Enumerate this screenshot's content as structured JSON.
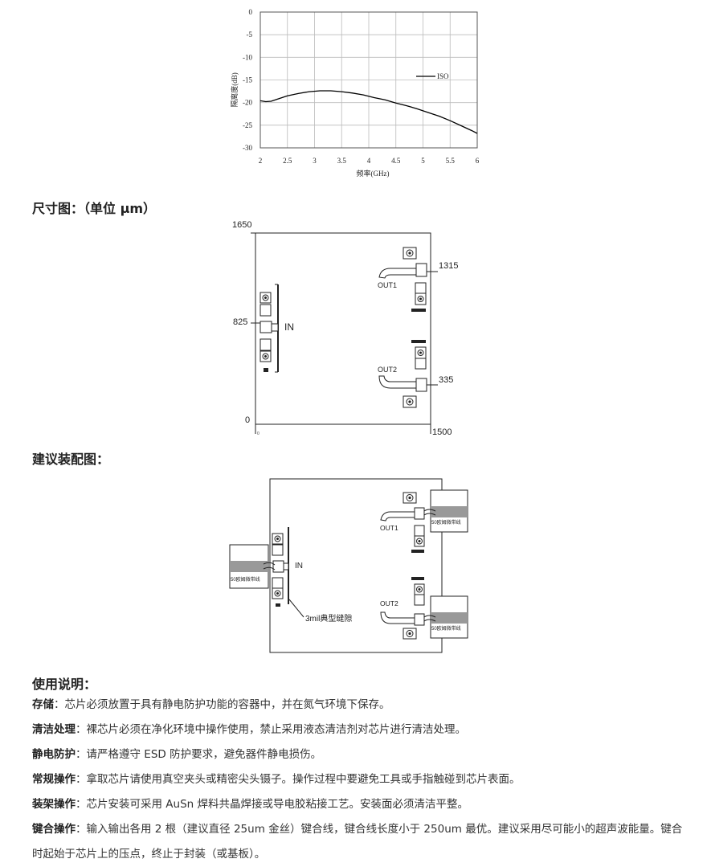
{
  "chart_data": {
    "type": "line",
    "title": "",
    "xlabel": "频率(GHz)",
    "ylabel": "隔离度(dB)",
    "xlim": [
      2,
      6
    ],
    "ylim": [
      -30,
      0
    ],
    "x_ticks": [
      "2",
      "2.5",
      "3",
      "3.5",
      "4",
      "4.5",
      "5",
      "5.5",
      "6"
    ],
    "y_ticks": [
      "0",
      "-5",
      "-10",
      "-15",
      "-20",
      "-25",
      "-30"
    ],
    "grid": true,
    "legend_position": "right",
    "series": [
      {
        "name": "ISO",
        "color": "#000000",
        "x": [
          2.0,
          2.1,
          2.2,
          2.3,
          2.4,
          2.5,
          2.7,
          2.9,
          3.1,
          3.3,
          3.5,
          3.7,
          3.9,
          4.1,
          4.3,
          4.5,
          4.7,
          4.9,
          5.1,
          5.3,
          5.5,
          5.7,
          5.9,
          6.0
        ],
        "y": [
          -19.6,
          -19.8,
          -19.7,
          -19.3,
          -18.9,
          -18.5,
          -18.0,
          -17.6,
          -17.4,
          -17.4,
          -17.6,
          -17.9,
          -18.3,
          -18.9,
          -19.4,
          -20.1,
          -20.7,
          -21.4,
          -22.2,
          -23.0,
          -24.0,
          -25.1,
          -26.2,
          -26.8
        ]
      }
    ]
  },
  "section_dim": {
    "title": "尺寸图：（单位 μm）"
  },
  "dim": {
    "top_left": "1650",
    "mid_left": "825",
    "bottom_left": "0",
    "origin": "0",
    "right_bottom": "1500",
    "out1_coord": "1315",
    "out2_coord": "335",
    "in_label": "IN",
    "out1_label": "OUT1",
    "out2_label": "OUT2"
  },
  "section_asm": {
    "title": "建议装配图："
  },
  "asm": {
    "in_label": "IN",
    "out1_label": "OUT1",
    "out2_label": "OUT2",
    "board_label": "50欧姆微带线",
    "gap_label": "3mil典型缝隙"
  },
  "section_usage": {
    "title": "使用说明："
  },
  "usage": [
    {
      "term": "存储",
      "text": "：芯片必须放置于具有静电防护功能的容器中，并在氮气环境下保存。"
    },
    {
      "term": "清洁处理",
      "text": "：裸芯片必须在净化环境中操作使用，禁止采用液态清洁剂对芯片进行清洁处理。"
    },
    {
      "term": "静电防护",
      "text": "：请严格遵守 ESD 防护要求，避免器件静电损伤。"
    },
    {
      "term": "常规操作",
      "text": "：拿取芯片请使用真空夹头或精密尖头镊子。操作过程中要避免工具或手指触碰到芯片表面。"
    },
    {
      "term": "装架操作",
      "text": "：芯片安装可采用 AuSn 焊料共晶焊接或导电胶粘接工艺。安装面必须清洁平整。"
    },
    {
      "term": "键合操作",
      "text": "：输入输出各用 2 根（建议直径 25um 金丝）键合线，键合线长度小于 250um 最优。建议采用尽可能小的超声波能量。键合时起始于芯片上的压点，终止于封装（或基板）。"
    }
  ]
}
